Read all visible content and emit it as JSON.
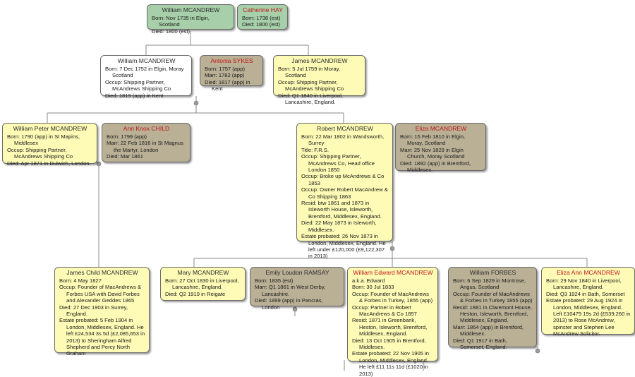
{
  "persons": [
    {
      "id": "william-1735",
      "name": "William MCANDREW",
      "style": "green",
      "spouse": false,
      "lines": [
        "Born: Nov 1735 in Elgin, Scotland",
        "Died: 1800 (est)"
      ]
    },
    {
      "id": "catherine-hay",
      "name": "Catherine HAY",
      "style": "green",
      "spouse": true,
      "lines": [
        "Born: 1738 (est)",
        "Died: 1800 (est)"
      ]
    },
    {
      "id": "william-1752",
      "name": "William MCANDREW",
      "style": "white",
      "spouse": false,
      "lines": [
        "Born: 7 Dec 1752 in Elgin, Moray Scotland",
        "Occup: Shipping Partner, McAndrews Shipping Co",
        "Died: 1819 (app) in Kent"
      ]
    },
    {
      "id": "antonia-sykes",
      "name": "Antonia SYKES",
      "style": "tan",
      "spouse": true,
      "lines": [
        "Born: 1757 (app)",
        "Marr: 1782 (app)",
        "Died: 1817 (app) in Kent"
      ]
    },
    {
      "id": "james-1759",
      "name": "James MCANDREW",
      "style": "yellow",
      "spouse": false,
      "lines": [
        "Born: 5 Jul 1759 in Moray, Scotland",
        "Occup: Shipping Partner, McAndrews Shipping Co",
        "Died: Q1 1840 in Liverpool, Lancashire, England."
      ]
    },
    {
      "id": "william-peter",
      "name": "William Peter MCANDREW",
      "style": "yellow",
      "spouse": false,
      "lines": [
        "Born: 1790 (app) in St Mapins, Middlesex",
        "Occup: Shipping Partner, McAndrews Shipping Co",
        "Died: Apr 1871 in Dulwich, London."
      ]
    },
    {
      "id": "ann-knox-child",
      "name": "Ann Knox CHILD",
      "style": "tan",
      "spouse": true,
      "lines": [
        "Born: 1799 (app)",
        "Marr: 22 Feb 1816 in St Magnus the Martyr, London",
        "Died: Mar 1861"
      ]
    },
    {
      "id": "robert-1802",
      "name": "Robert MCANDREW",
      "style": "yellow",
      "spouse": false,
      "lines": [
        "Born: 22 Mar 1802 in Wandsworth, Surrey",
        "Title: F.R.S.",
        "Occup: Shipping Partner, McAndrews Co, Head office London 1850",
        "Occup: Broke up McAndrews & Co 1853",
        "Occup: Owner Robert MacAndrew & Co Shipping 1863",
        "Resid: btw 1861 and 1873 in Isleworth House, Isleworth, Brentford, Middlesex, England.",
        "Died: 22 May 1873 in Isleworth, Middlesex.",
        "Estate probated: 26 Nov 1873 in London, Middlesex, England. He left under £120,000 (£9,122,307 in 2013)"
      ]
    },
    {
      "id": "eliza-1810",
      "name": "Eliza MCANDREW",
      "style": "tan",
      "spouse": true,
      "lines": [
        "Born: 15 Feb 1810 in Elgin, Moray, Scotland",
        "Marr: 25 Nov 1829 in Elgin Church, Moray Scotland",
        "Died: 1892 (app) in Brentford, Middlesex."
      ]
    },
    {
      "id": "james-child",
      "name": "James Child MCANDREW",
      "style": "yellow",
      "spouse": false,
      "lines": [
        "Born: 4 May 1827",
        "Occup: Founder of MacAndrews & Forbes USA with David Forbes and Alexander Geddes 1865",
        "Died: 27 Dec 1903 in Surrey, England.",
        "Estate probated: 5 Feb 1904 in London, Middlesex, England. He left £24,534 3s 5d (£2,085,653 in 2013) to Sheringham Alfred Shepherd and Percy North Graham"
      ]
    },
    {
      "id": "mary-1830",
      "name": "Mary MCANDREW",
      "style": "yellow",
      "spouse": false,
      "lines": [
        "Born: 27 Oct 1830 in Liverpool, Lancashire, England.",
        "Died: Q2 1919 in Reigate"
      ]
    },
    {
      "id": "emily-ramsay",
      "name": "Emily Loudon RAMSAY",
      "style": "tan",
      "spouse": false,
      "lines": [
        "Born: 1835 (est)",
        "Marr: Q1 1861 in West Derby, Lancashire.",
        "Died: 1899 (app) in Pancras, London"
      ]
    },
    {
      "id": "william-edward",
      "name": "William Edward MCANDREW",
      "style": "yellow",
      "spouse": true,
      "lines": [
        "a.k.a. Edward",
        "Born: 30 Jul 1833",
        "Occup: Founder of MacAndrews & Forbes in Turkey, 1855 (app)",
        "Occup: Partner in Robert MacAndrews & Co 1857",
        "Resid: 1871 in Greenbank, Heston, Isleworth, Brentford, Middlesex, England.",
        "Died: 13 Oct 1905 in Brentford, Middlesex.",
        "Estate probated: 22 Nov 1905 in London, Middlesex, England. He left £11 11s 11d (£1020 in 2013)"
      ]
    },
    {
      "id": "william-forbes",
      "name": "William FORBES",
      "style": "tan",
      "spouse": false,
      "lines": [
        "Born: 6 Sep 1829 in Montrose, Angus, Scotland",
        "Occup: Founder of MacAndrews & Forbes in Turkey 1855 (app)",
        "Resid: 1881 in Claremont House, Heston, Isleworth, Brentford, Middlesex, England.",
        "Marr: 1864 (app) in Brentford, Middlesex.",
        "Died: Q1 1917 in Bath, Somerset, England."
      ]
    },
    {
      "id": "eliza-ann",
      "name": "Eliza Ann MCANDREW",
      "style": "yellow",
      "spouse": true,
      "lines": [
        "Born: 29 Nov 1840 in Liverpool, Lancashire, England.",
        "Died: Q3 1924 in Bath, Somerset",
        "Estate probated: 29 Aug 1924 in London, Middlesex, England. Left £10479 19s 2d (£539,260 in 2013) to Rose McAndrew, spinster and Stephen Lee McAndrew Solicitor."
      ]
    }
  ]
}
